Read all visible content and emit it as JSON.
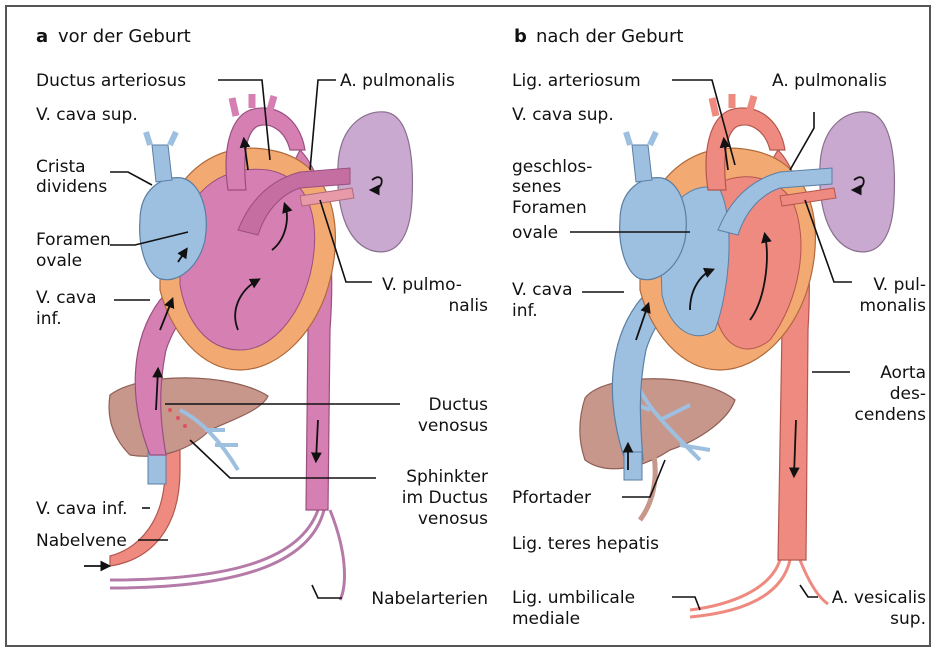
{
  "panel_a": {
    "letter": "a",
    "title": "vor der Geburt",
    "labels": {
      "ductus_arteriosus": "Ductus arteriosus",
      "a_pulmonalis": "A. pulmonalis",
      "v_cava_sup": "V. cava sup.",
      "crista_1": "Crista",
      "crista_2": "dividens",
      "foramen_1": "Foramen",
      "foramen_2": "ovale",
      "v_cava_inf_1": "V. cava",
      "v_cava_inf_2": "inf.",
      "v_pulmonalis_1": "V. pulmo-",
      "v_pulmonalis_2": "nalis",
      "ductus_venosus_1": "Ductus",
      "ductus_venosus_2": "venosus",
      "sphinkter_1": "Sphinkter",
      "sphinkter_2": "im Ductus",
      "sphinkter_3": "venosus",
      "v_cava_inf_lower": "V. cava inf.",
      "nabelvene": "Nabelvene",
      "nabelarterien": "Nabelarterien"
    }
  },
  "panel_b": {
    "letter": "b",
    "title": "nach der Geburt",
    "labels": {
      "lig_arteriosum": "Lig. arteriosum",
      "a_pulmonalis": "A. pulmonalis",
      "v_cava_sup": "V. cava sup.",
      "foramen_1": "geschlos-",
      "foramen_2": "senes",
      "foramen_3": "Foramen",
      "foramen_4": "ovale",
      "v_cava_inf_1": "V. cava",
      "v_cava_inf_2": "inf.",
      "v_pulmonalis_1": "V. pul-",
      "v_pulmonalis_2": "monalis",
      "aorta_1": "Aorta",
      "aorta_2": "des-",
      "aorta_3": "cendens",
      "pfortader": "Pfortader",
      "lig_teres": "Lig. teres hepatis",
      "lig_umbilicale_1": "Lig. umbilicale",
      "lig_umbilicale_2": "mediale",
      "a_vesicalis_1": "A. vesicalis",
      "a_vesicalis_2": "sup."
    }
  },
  "colors": {
    "mixed_blood": "#d57fb2",
    "mixed_blood_dark": "#c56ea2",
    "venous_blood": "#9dbfe0",
    "arterial_blood": "#ee8a80",
    "myocardium": "#f2a972",
    "lung": "#c9a9cf",
    "liver": "#c8978c",
    "frame": "#555555"
  }
}
